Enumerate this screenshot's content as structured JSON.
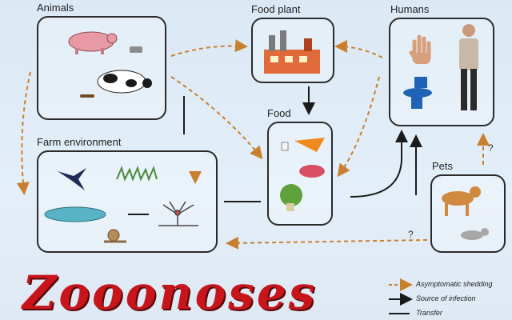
{
  "nodes": {
    "animals": "Animals",
    "food_plant": "Food plant",
    "humans": "Humans",
    "food": "Food",
    "farm_environment": "Farm environment",
    "pets": "Pets"
  },
  "title": "Zooonoses",
  "question_marks": [
    "?",
    "?"
  ],
  "legend": [
    {
      "label": "Asymptomatic shedding",
      "style": "dashed",
      "color": "#c9802e"
    },
    {
      "label": "Source of infection",
      "style": "solid-arrow",
      "color": "#1a1a1a"
    },
    {
      "label": "Transfer",
      "style": "solid",
      "color": "#1a1a1a"
    }
  ],
  "colors": {
    "title": "#c7151b",
    "dashed": "#c9802e",
    "box": "#2b2b2b"
  },
  "icons": [
    "pig-icon",
    "cow-icon",
    "factory-icon",
    "hand-icon",
    "toilet-icon",
    "person-icon",
    "food-items-icon",
    "bird-icon",
    "grass-icon",
    "pond-icon",
    "snail-icon",
    "sprinkler-icon",
    "dog-icon",
    "cat-icon"
  ]
}
